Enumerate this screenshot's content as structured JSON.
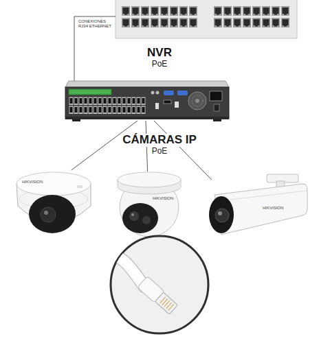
{
  "diagram": {
    "nodes": [
      {
        "text": [
          "CONEXIONES RJ34 ETHERNET"
        ]
      },
      {
        "text": [
          "NVR",
          "PoE"
        ]
      },
      {
        "text": [
          "HIKVISION"
        ]
      },
      {
        "text": [
          "HIKVISION"
        ]
      },
      {
        "text": [
          "HIKVISION"
        ]
      }
    ],
    "edges": [
      {
        "from": 0,
        "to": 1,
        "arrow": "none"
      },
      {
        "from": 1,
        "to": 2,
        "arrow": "none"
      },
      {
        "from": 1,
        "to": 3,
        "arrow": "none"
      },
      {
        "from": 1,
        "to": 4,
        "arrow": "none"
      }
    ],
    "labels": [
      "CÁMARAS IP",
      "PoE"
    ]
  }
}
